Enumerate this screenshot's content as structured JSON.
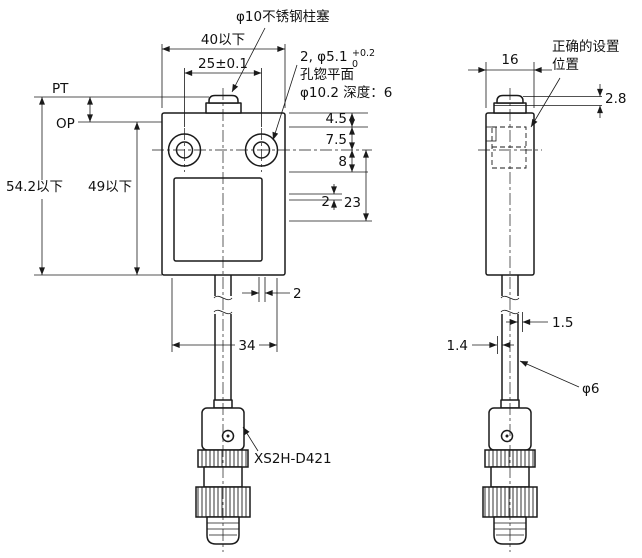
{
  "labels": {
    "plunger_note": "φ10不锈钢柱塞",
    "hole_note_line1": "2, φ5.1",
    "hole_note_tol_upper": "+0.2",
    "hole_note_tol_lower": "0",
    "hole_note_line2": "孔锪平面",
    "hole_note_line3": "φ10.2 深度：6",
    "position_note_line1": "正确的设置",
    "position_note_line2": "位置",
    "pretravel": "PT",
    "operating_position": "OP",
    "model": "XS2H-D421",
    "cable_diameter": "φ6"
  },
  "dimensions": {
    "overall_width_max": "40以下",
    "hole_pitch": "25±0.1",
    "overall_height_max": "54.2以下",
    "body_height_max": "49以下",
    "top_to_hole": "4.5",
    "hole_center_offset": "7.5",
    "hole_to_step": "8",
    "step_gap": "2",
    "hole_to_window": "23",
    "bottom_wall": "2",
    "lower_width": "34",
    "side_width": "16",
    "plunger_height": "2.8",
    "cable_offset_right": "1.5",
    "cable_offset_left": "1.4"
  }
}
